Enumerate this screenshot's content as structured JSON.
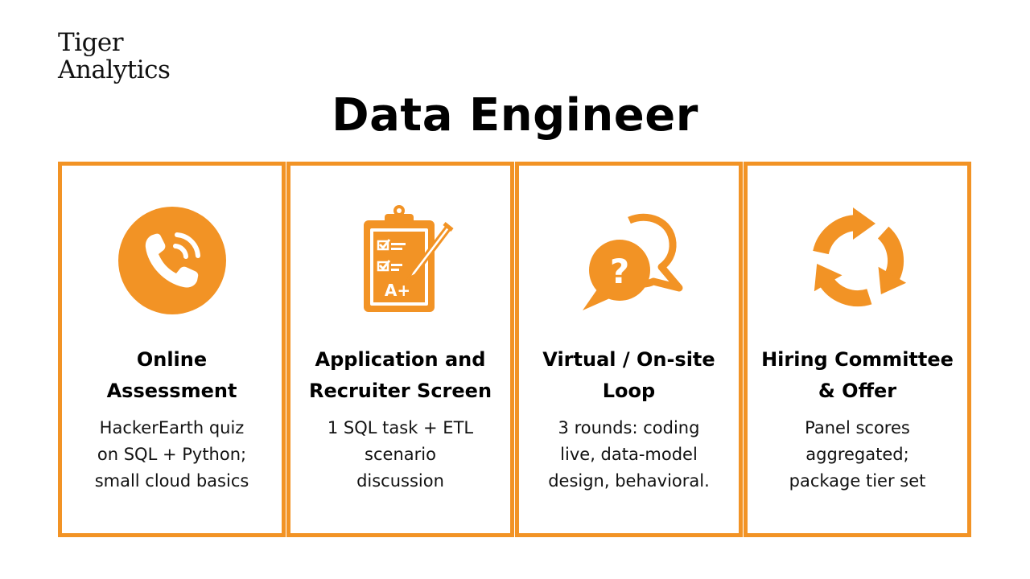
{
  "brand": {
    "line1": "Tiger",
    "line2": "Analytics",
    "accent_color": "#F29325"
  },
  "page": {
    "title": "Data Engineer"
  },
  "theme": {
    "accent": "#F29325",
    "text": "#000000",
    "background": "#ffffff"
  },
  "steps": [
    {
      "icon": "phone-call-icon",
      "title_line1": "Online",
      "title_line2": "Assessment",
      "desc_line1": "HackerEarth quiz",
      "desc_line2": "on SQL + Python;",
      "desc_line3": "small cloud basics"
    },
    {
      "icon": "clipboard-checklist-icon",
      "clipboard_grade": "A+",
      "title_line1": "Application and",
      "title_line2": "Recruiter Screen",
      "desc_line1": "1 SQL task + ETL",
      "desc_line2": "scenario",
      "desc_line3": "discussion"
    },
    {
      "icon": "speech-bubbles-question-icon",
      "bubble_symbol": "?",
      "title_line1": "Virtual / On-site",
      "title_line2": "Loop",
      "desc_line1": "3 rounds: coding",
      "desc_line2": "live, data-model",
      "desc_line3": "design, behavioral."
    },
    {
      "icon": "cycle-arrows-icon",
      "title_line1": "Hiring Committee",
      "title_line2": "& Offer",
      "desc_line1": "Panel scores",
      "desc_line2": "aggregated;",
      "desc_line3": "package tier set"
    }
  ]
}
